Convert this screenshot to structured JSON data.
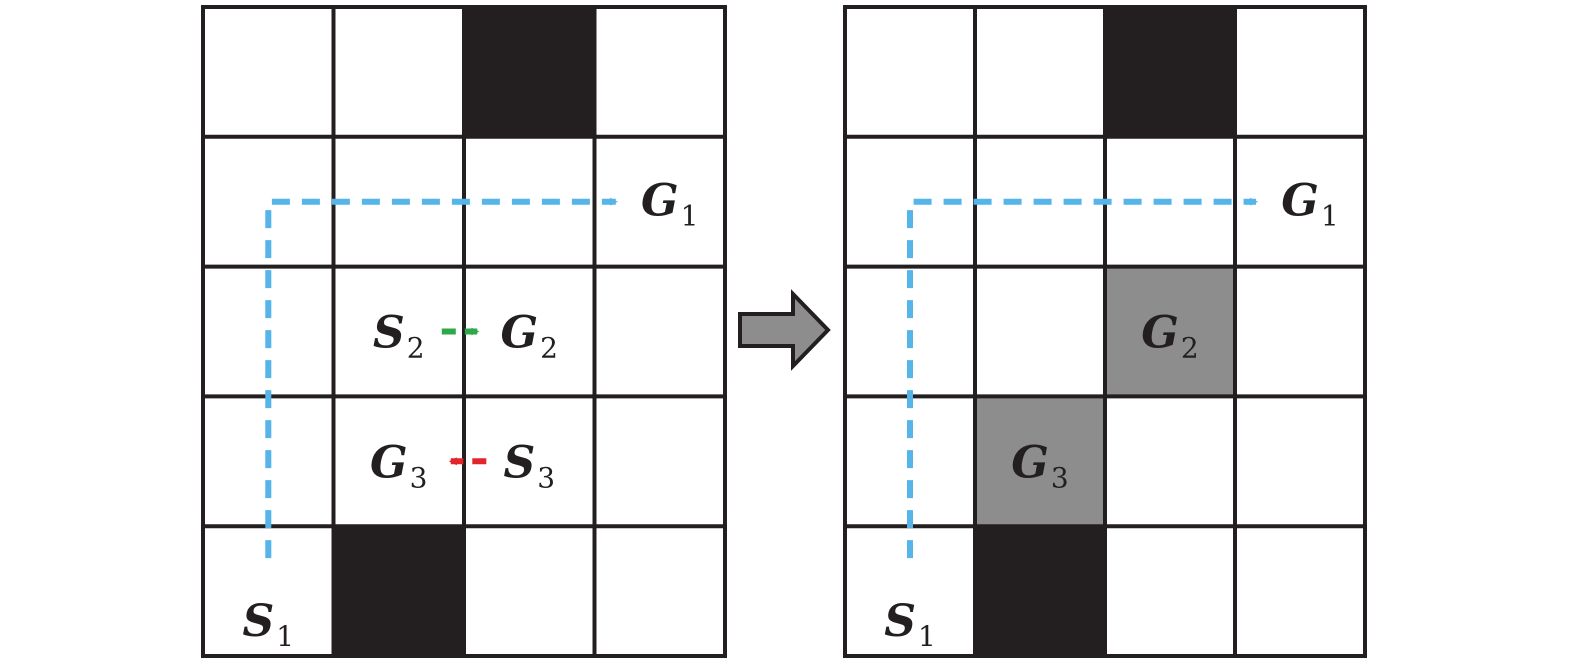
{
  "grid": {
    "rows": 5,
    "cols": 4
  },
  "colors": {
    "wall": "#231f20",
    "cell": "#ffffff",
    "gridline": "#231f20",
    "occupied_goal": "#8e8d8e",
    "path_agent1": "#55b4e8",
    "path_agent2": "#2ea84a",
    "path_agent3": "#e3242b",
    "transition_arrow": "#8e8d8e"
  },
  "panels": [
    {
      "id": "before",
      "walls": [
        [
          0,
          2
        ],
        [
          4,
          1
        ]
      ],
      "shaded": [],
      "labels": [
        {
          "letter": "S",
          "sub": "1",
          "cell": [
            4,
            0
          ]
        },
        {
          "letter": "G",
          "sub": "1",
          "cell": [
            1,
            3
          ]
        },
        {
          "letter": "S",
          "sub": "2",
          "cell": [
            2,
            1
          ]
        },
        {
          "letter": "G",
          "sub": "2",
          "cell": [
            2,
            2
          ]
        },
        {
          "letter": "G",
          "sub": "3",
          "cell": [
            3,
            1
          ]
        },
        {
          "letter": "S",
          "sub": "3",
          "cell": [
            3,
            2
          ]
        }
      ],
      "paths": [
        {
          "agent": "1",
          "color_key": "path_agent1",
          "points": [
            [
              4,
              0
            ],
            [
              1,
              0
            ],
            [
              1,
              3
            ]
          ]
        },
        {
          "agent": "2",
          "color_key": "path_agent2",
          "points": [
            [
              2,
              1
            ],
            [
              2,
              2
            ]
          ]
        },
        {
          "agent": "3",
          "color_key": "path_agent3",
          "points": [
            [
              3,
              2
            ],
            [
              3,
              1
            ]
          ]
        }
      ]
    },
    {
      "id": "after",
      "walls": [
        [
          0,
          2
        ],
        [
          4,
          1
        ]
      ],
      "shaded": [
        [
          2,
          2
        ],
        [
          3,
          1
        ]
      ],
      "labels": [
        {
          "letter": "S",
          "sub": "1",
          "cell": [
            4,
            0
          ]
        },
        {
          "letter": "G",
          "sub": "1",
          "cell": [
            1,
            3
          ]
        },
        {
          "letter": "G",
          "sub": "2",
          "cell": [
            2,
            2
          ]
        },
        {
          "letter": "G",
          "sub": "3",
          "cell": [
            3,
            1
          ]
        }
      ],
      "paths": [
        {
          "agent": "1",
          "color_key": "path_agent1",
          "points": [
            [
              4,
              0
            ],
            [
              1,
              0
            ],
            [
              1,
              3
            ]
          ]
        }
      ]
    }
  ]
}
